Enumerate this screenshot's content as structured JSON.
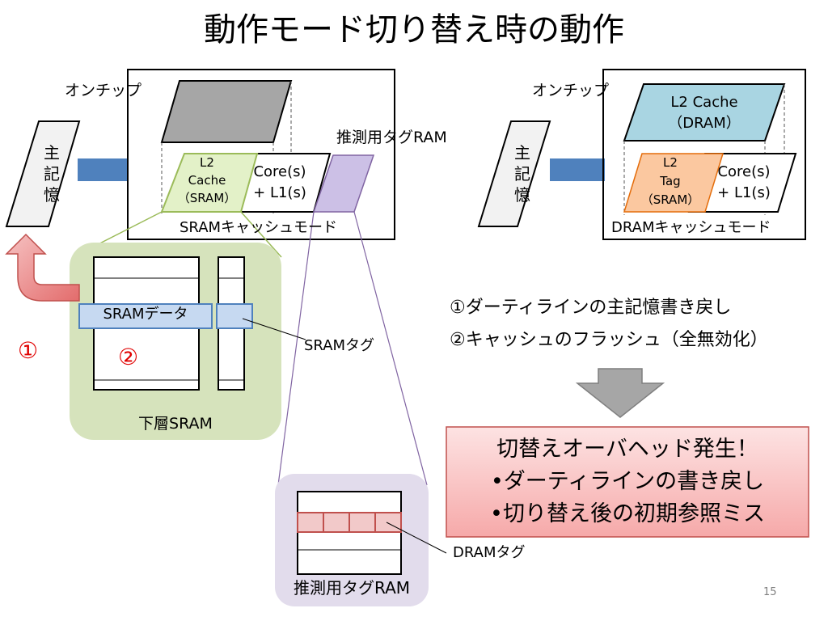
{
  "title": "動作モード切り替え時の動作",
  "left_mode": {
    "onchip": "オンチップ",
    "main_memory": [
      "主",
      "記",
      "憶"
    ],
    "l2_line1": "L2",
    "l2_line2": "Cache",
    "l2_line3": "（SRAM）",
    "core_line1": "Core(s)",
    "core_line2": "+ L1(s)",
    "mode_label": "SRAMキャッシュモード",
    "spec_tag_ram": "推測用タグRAM"
  },
  "right_mode": {
    "onchip": "オンチップ",
    "main_memory": [
      "主",
      "記",
      "憶"
    ],
    "l2_line1": "L2 Cache",
    "l2_line2": "（DRAM）",
    "tag_line1": "L2",
    "tag_line2": "Tag",
    "tag_line3": "（SRAM）",
    "core_line1": "Core(s)",
    "core_line2": "+ L1(s)",
    "mode_label": "DRAMキャッシュモード"
  },
  "detail": {
    "sram_data": "SRAMデータ",
    "sram_tag": "SRAMタグ",
    "lower_sram": "下層SRAM",
    "step1": "①",
    "step2": "②",
    "spec_tag_ram": "推測用タグRAM",
    "dram_tag": "DRAMタグ"
  },
  "steps": [
    "①ダーティラインの主記憶書き戻し",
    "②キャッシュのフラッシュ（全無効化）"
  ],
  "callout": {
    "line1": "切替えオーバヘッド発生！",
    "line2": "•ダーティラインの書き戻し",
    "line3": "•切り替え後の初期参照ミス"
  },
  "page_number": "15",
  "colors": {
    "gray_block": "#a6a6a6",
    "l2_sram_fill": "#e3f1c8",
    "spec_tag_fill": "#ccc0e6",
    "l2_dram_fill": "#a9d5e2",
    "tag_fill": "#fbc8a0",
    "bus": "#4f81bd",
    "green_panel": "#d6e3bc",
    "purple_panel": "#e2dcec",
    "arrow_red": "#e36c6c",
    "step_red": "#e00000",
    "callout_fill": "#fbc9c9",
    "callout_border": "#c0504d"
  }
}
